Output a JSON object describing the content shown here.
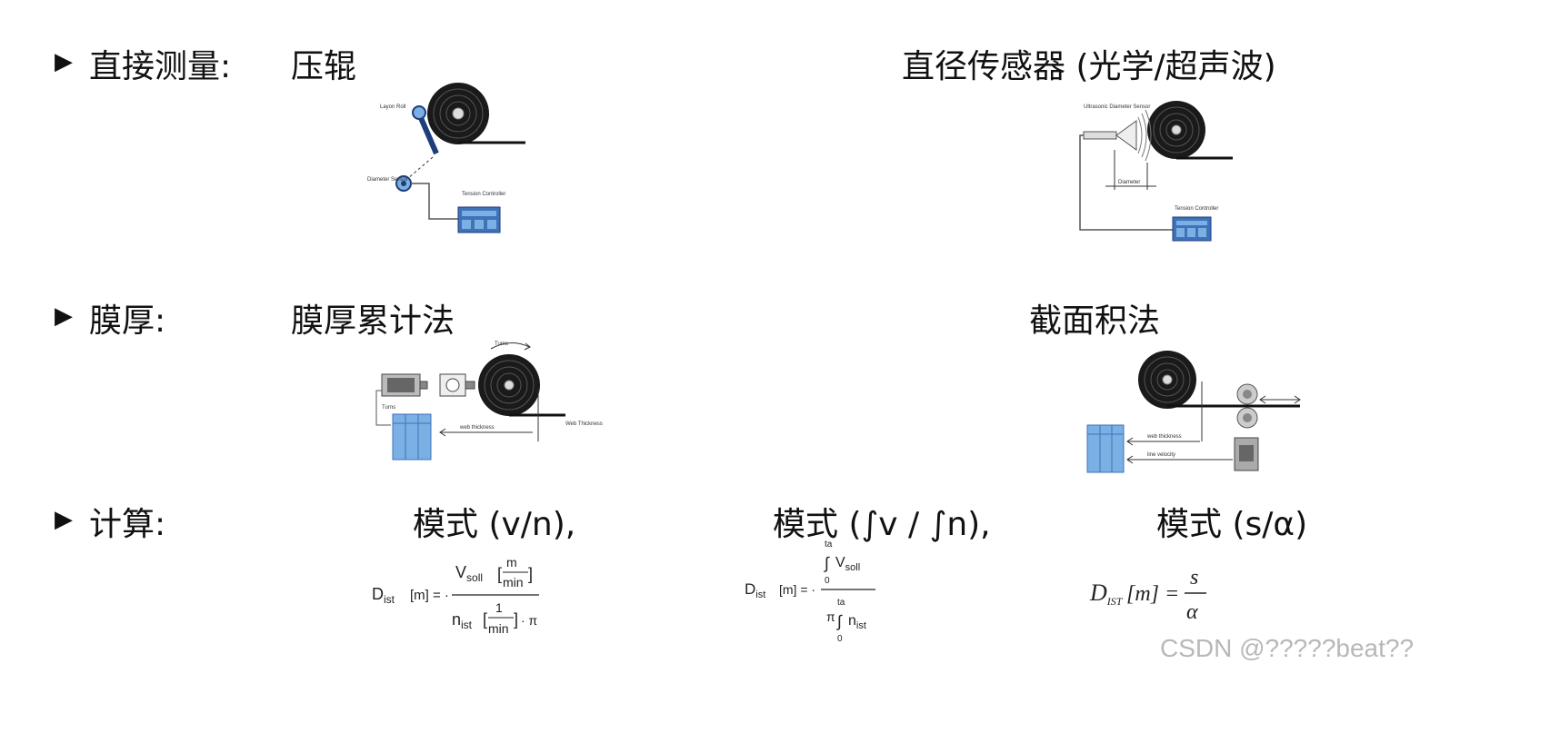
{
  "rows": {
    "direct": {
      "bullet": "▶",
      "heading": "直接测量:",
      "left_method": "压辊",
      "right_method": "直径传感器 (光学/超声波)"
    },
    "thickness": {
      "bullet": "▶",
      "heading": "膜厚:",
      "left_method": "膜厚累计法",
      "right_method": "截面积法"
    },
    "calc": {
      "bullet": "▶",
      "heading": "计算:",
      "mode1": "模式 (v/n),",
      "mode2": "模式 (∫v / ∫n),",
      "mode3": "模式 (s/α)"
    }
  },
  "diagrams": {
    "layon_roll": {
      "label_layon": "Layon Roll",
      "label_sensor": "Diameter Sensor",
      "label_controller": "Tension Controller"
    },
    "ultrasonic": {
      "label_sensor": "Ultrasonic Diameter Sensor",
      "label_diameter": "Diameter",
      "label_controller": "Tension Controller"
    },
    "accumulate": {
      "label_turns": "Turns",
      "label_turns2": "Turns",
      "label_web": "web thickness",
      "label_web2": "Web Thickness"
    },
    "cross_section": {
      "label_web": "web thickness",
      "label_velocity": "line velocity"
    }
  },
  "formulas": {
    "f1": {
      "lhs": "D",
      "lhs_sub": "ist",
      "lhs_unit": "[m] = ·",
      "num": "V",
      "num_sub": "soll",
      "num_frac_n": "m",
      "num_frac_d": "min",
      "den": "n",
      "den_sub": "ist",
      "den_frac_n": "1",
      "den_frac_d": "min",
      "den_tail": "· π"
    },
    "f2": {
      "lhs": "D",
      "lhs_sub": "ist",
      "lhs_unit": "[m] = ·",
      "num_upper": "ta",
      "num_lower": "0",
      "num": "V",
      "num_sub": "soll",
      "den_pi": "π",
      "den_upper": "ta",
      "den_lower": "0",
      "den": "n",
      "den_sub": "ist"
    },
    "f3": {
      "lhs": "D",
      "lhs_sub": "IST",
      "lhs_unit": "[m] =",
      "num": "s",
      "den": "α"
    }
  },
  "watermark": "CSDN @?????beat??",
  "colors": {
    "roll": "#1a1a1a",
    "controller": "#3f72b8",
    "display": "#7ab0e4",
    "arm": "#1f3d7a"
  }
}
